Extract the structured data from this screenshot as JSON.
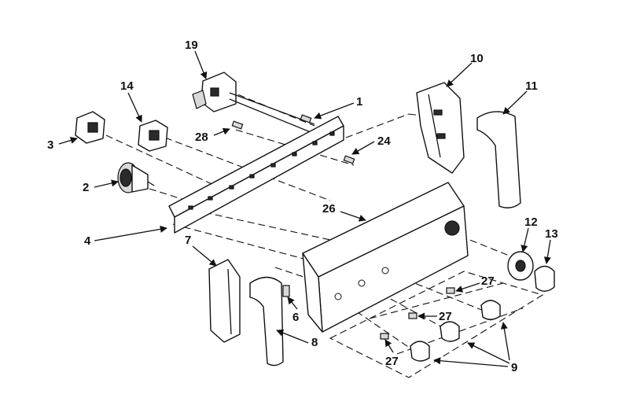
{
  "callouts": {
    "c1": "1",
    "c2": "2",
    "c3": "3",
    "c4": "4",
    "c6": "6",
    "c7": "7",
    "c8": "8",
    "c9": "9",
    "c10": "10",
    "c11": "11",
    "c12": "12",
    "c13": "13",
    "c14": "14",
    "c19": "19",
    "c24": "24",
    "c26": "26",
    "c27a": "27",
    "c27b": "27",
    "c27c": "27",
    "c28": "28"
  }
}
